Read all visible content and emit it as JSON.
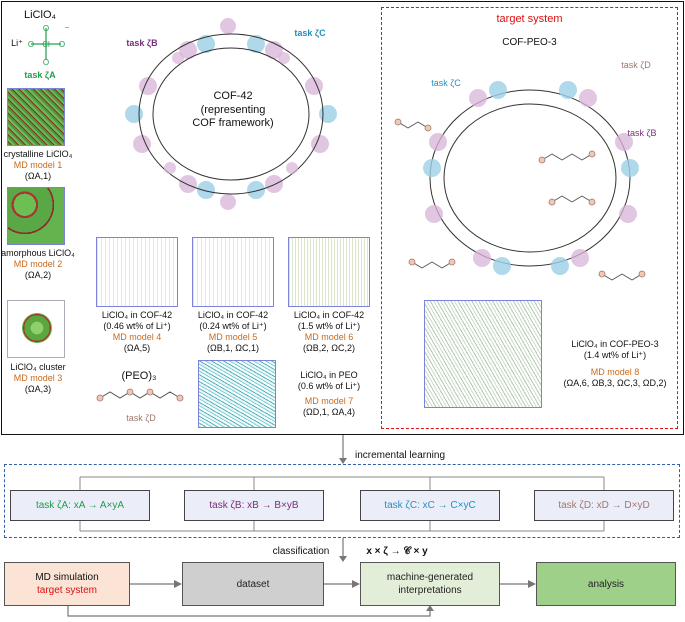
{
  "licl": {
    "formula": "LiClO₄",
    "ion_li": "Li⁺",
    "atom_o": "O",
    "atom_cl": "Cl",
    "charge": "−",
    "task": "task ζA"
  },
  "models": {
    "m1": {
      "name": "crystalline LiClO₄",
      "model": "MD model 1",
      "omega": "(ΩA,1)"
    },
    "m2": {
      "name": "amorphous LiClO₄",
      "model": "MD model 2",
      "omega": "(ΩA,2)"
    },
    "m3": {
      "name": "LiClO₄ cluster",
      "model": "MD model 3",
      "omega": "(ΩA,3)"
    },
    "m4": {
      "name": "LiClO₄ in COF-42",
      "sub": "(0.46 wt% of Li⁺)",
      "model": "MD model 4",
      "omega": "(ΩA,5)"
    },
    "m5": {
      "name": "LiClO₄ in COF-42",
      "sub": "(0.24 wt% of Li⁺)",
      "model": "MD model 5",
      "omega": "(ΩB,1, ΩC,1)"
    },
    "m6": {
      "name": "LiClO₄ in COF-42",
      "sub": "(1.5 wt% of Li⁺)",
      "model": "MD model 6",
      "omega": "(ΩB,2, ΩC,2)"
    },
    "m7": {
      "name": "LiClO₄ in PEO",
      "sub": "(0.6 wt% of Li⁺)",
      "model": "MD model 7",
      "omega": "(ΩD,1, ΩA,4)"
    },
    "m8": {
      "name": "LiClO₄ in COF-PEO-3",
      "sub": "(1.4 wt% of Li⁺)",
      "model": "MD model 8",
      "omega": "(ΩA,6, ΩB,3, ΩC,3, ΩD,2)"
    }
  },
  "cof42": {
    "title": "COF-42",
    "sub1": "(representing",
    "sub2": "COF framework)",
    "task_b": "task ζB",
    "task_c": "task ζC"
  },
  "peo": {
    "title": "(PEO)₃",
    "task": "task ζD"
  },
  "target": {
    "title": "target system",
    "cof_title": "COF-PEO-3",
    "task_c": "task ζC",
    "task_d": "task ζD",
    "task_b": "task ζB"
  },
  "incremental": {
    "label": "incremental learning",
    "tasks": [
      {
        "text": "task ζA: xA → A×yA",
        "color": "#1e9e4a"
      },
      {
        "text": "task ζB: xB → B×yB",
        "color": "#7b2d7b"
      },
      {
        "text": "task ζC: xC → C×yC",
        "color": "#2390c0"
      },
      {
        "text": "task ζD: xD → D×yD",
        "color": "#a0786a"
      }
    ]
  },
  "flow": {
    "classification": "classification",
    "formula": "x × ζ → 𝒞 × y",
    "md_line1": "MD simulation",
    "md_line2": "target system",
    "dataset": "dataset",
    "interp_line1": "machine-generated",
    "interp_line2": "interpretations",
    "analysis": "analysis"
  },
  "colors": {
    "task_a": "#1e9e4a",
    "task_b": "#7b2d7b",
    "task_c": "#2390c0",
    "task_d": "#a0786a",
    "orange": "#c86a1c",
    "target_red": "#dd1111",
    "md_fill": "#fbe3d6",
    "dataset_fill": "#cfcfcf",
    "interp_fill": "#e3eed8",
    "analysis_fill": "#9fd08a"
  }
}
